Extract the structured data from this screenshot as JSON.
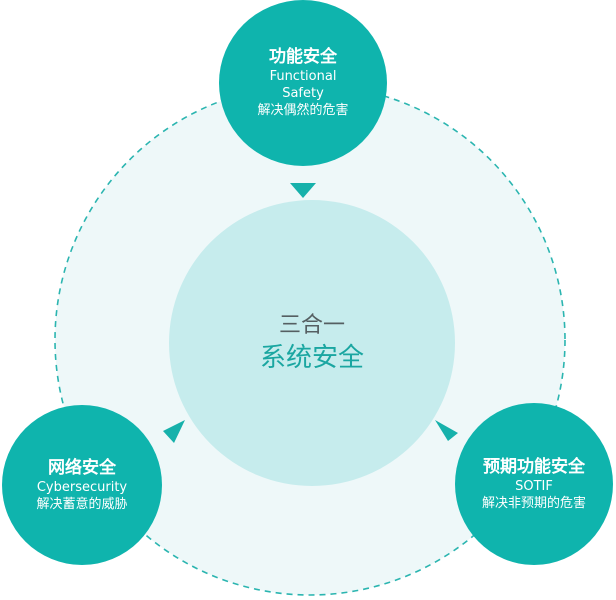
{
  "colors": {
    "outer_fill": "#eef8f9",
    "dashed_ring": "#2bb5b0",
    "center_fill": "#c6eced",
    "node_fill": "#0fb4ad",
    "arrow": "#16b1ab",
    "center_line1": "#555f62",
    "center_line2": "#1aa6a1"
  },
  "center": {
    "line1": "三合一",
    "line2": "系统安全"
  },
  "nodes": {
    "functional_safety": {
      "zh": "功能安全",
      "en_line1": "Functional",
      "en_line2": "Safety",
      "desc": "解决偶然的危害"
    },
    "cybersecurity": {
      "zh": "网络安全",
      "en": "Cybersecurity",
      "desc": "解决蓄意的威胁"
    },
    "sotif": {
      "zh": "预期功能安全",
      "en": "SOTIF",
      "desc": "解决非预期的危害"
    }
  }
}
